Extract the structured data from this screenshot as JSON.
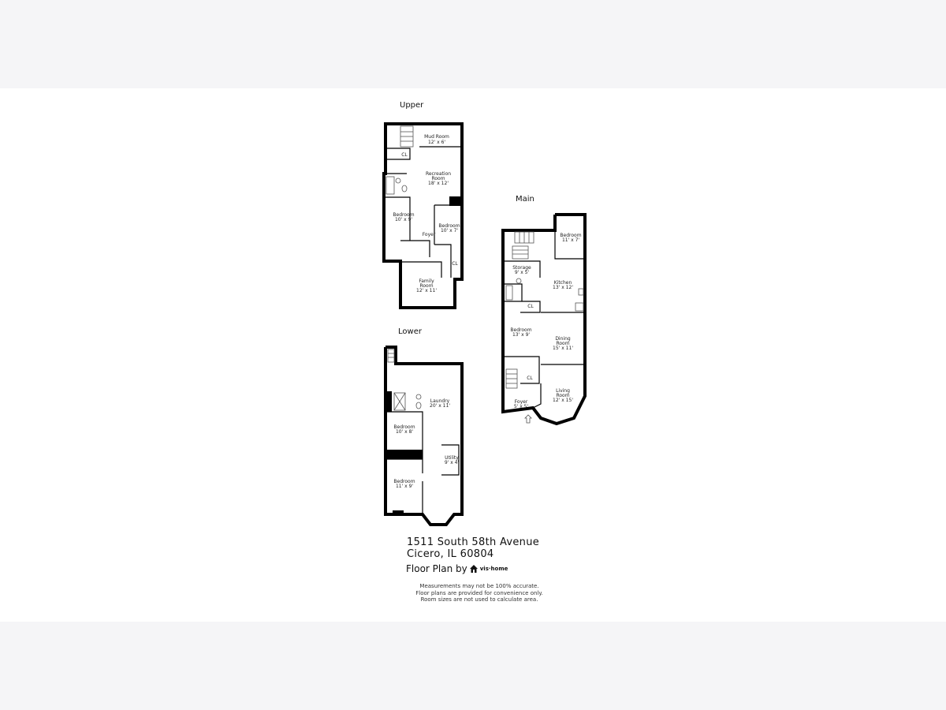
{
  "floors": {
    "upper": {
      "label": "Upper",
      "rooms": [
        {
          "name": "Mud Room",
          "dims": "12' x 6'"
        },
        {
          "name": "Recreation",
          "name2": "Room",
          "dims": "18' x 12'"
        },
        {
          "name": "Bedroom",
          "dims": "10' x 9'"
        },
        {
          "name": "Bedroom",
          "dims": "10' x 7'"
        },
        {
          "name": "Foyer"
        },
        {
          "name": "Family",
          "name2": "Room",
          "dims": "12' x 11'"
        }
      ],
      "closets": [
        "CL",
        "CL"
      ]
    },
    "main": {
      "label": "Main",
      "rooms": [
        {
          "name": "Bedroom",
          "dims": "11' x 7'"
        },
        {
          "name": "Storage",
          "dims": "9' x 5'"
        },
        {
          "name": "Kitchen",
          "dims": "13' x 12'"
        },
        {
          "name": "Bedroom",
          "dims": "13' x 9'"
        },
        {
          "name": "Dining",
          "name2": "Room",
          "dims": "15' x 11'"
        },
        {
          "name": "Living",
          "name2": "Room",
          "dims": "12' x 15'"
        },
        {
          "name": "Foyer",
          "dims": "5' x 5'"
        }
      ],
      "closets": [
        "CL",
        "CL"
      ]
    },
    "lower": {
      "label": "Lower",
      "rooms": [
        {
          "name": "Laundry",
          "dims": "20' x 11'"
        },
        {
          "name": "Bedroom",
          "dims": "10' x 8'"
        },
        {
          "name": "Utility",
          "dims": "9' x 4'"
        },
        {
          "name": "Bedroom",
          "dims": "11' x 9'"
        }
      ]
    }
  },
  "address": {
    "line1": "1511 South 58th Avenue",
    "line2": "Cicero, IL 60804"
  },
  "credit": {
    "prefix": "Floor Plan by",
    "brand": "vis·home"
  },
  "disclaimer": [
    "Measurements may not be 100% accurate.",
    "Floor plans are provided for convenience only.",
    "Room sizes are not used to calculate area."
  ]
}
